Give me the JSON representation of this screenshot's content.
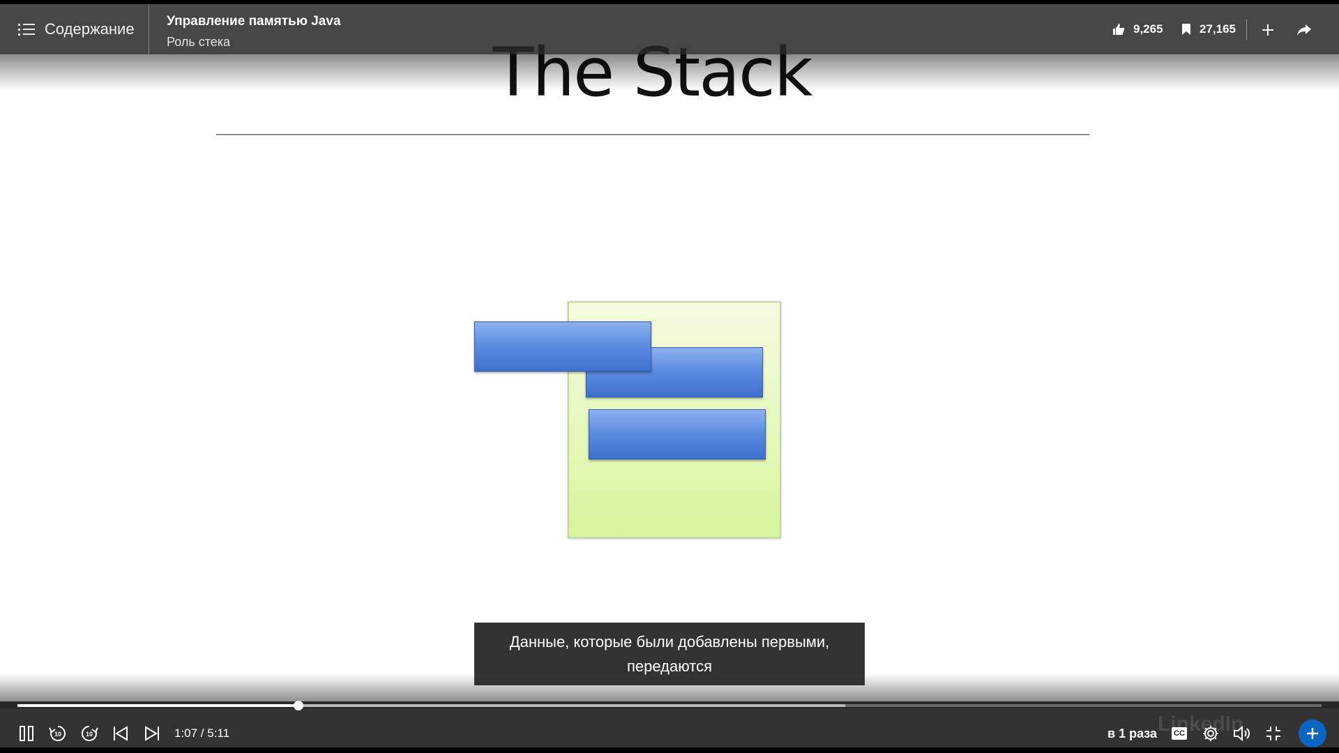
{
  "header": {
    "toc_label": "Содержание",
    "course_title": "Управление памятью Java",
    "lesson_title": "Роль стека",
    "likes": "9,265",
    "saves": "27,165"
  },
  "slide": {
    "title": "The Stack"
  },
  "caption": {
    "text": "Данные, которые были добавлены первыми, передаются"
  },
  "controls": {
    "time": "1:07 / 5:11",
    "speed": "в 1 раза",
    "cc_label": "CC",
    "progress_played": 0.2154,
    "progress_buffered": 0.635
  },
  "watermark": "LinkedIn",
  "colors": {
    "accent": "#0a66c2",
    "stack_container": "#e4f8b8",
    "stack_block": "#5d8de0"
  },
  "icons": [
    "list-icon",
    "thumbs-up-icon",
    "bookmark-icon",
    "plus-icon",
    "share-icon",
    "pause-icon",
    "rewind-10-icon",
    "forward-10-icon",
    "previous-icon",
    "next-icon",
    "cc-icon",
    "gear-icon",
    "volume-icon",
    "exit-fullscreen-icon"
  ]
}
